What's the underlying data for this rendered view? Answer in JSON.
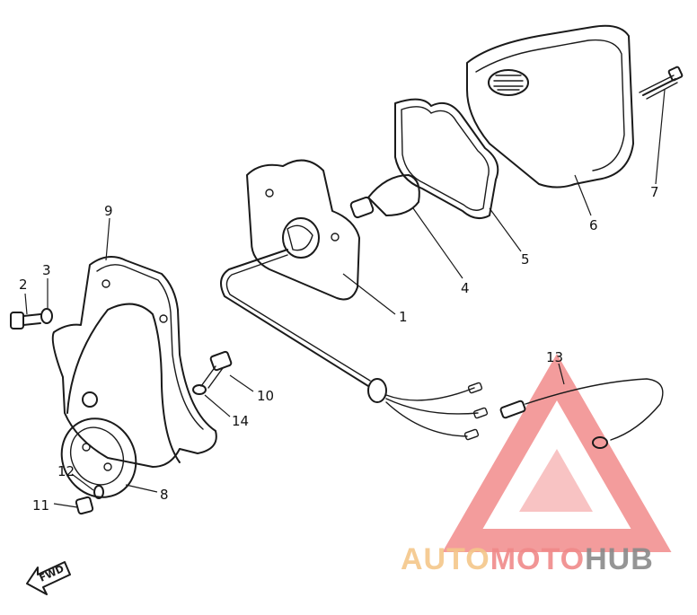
{
  "diagram": {
    "callouts": [
      {
        "id": "1",
        "label": "1"
      },
      {
        "id": "2",
        "label": "2"
      },
      {
        "id": "3",
        "label": "3"
      },
      {
        "id": "4",
        "label": "4"
      },
      {
        "id": "5",
        "label": "5"
      },
      {
        "id": "6",
        "label": "6"
      },
      {
        "id": "7",
        "label": "7"
      },
      {
        "id": "8",
        "label": "8"
      },
      {
        "id": "9",
        "label": "9"
      },
      {
        "id": "10",
        "label": "10"
      },
      {
        "id": "11",
        "label": "11"
      },
      {
        "id": "12",
        "label": "12"
      },
      {
        "id": "13",
        "label": "13"
      },
      {
        "id": "14",
        "label": "14"
      }
    ],
    "fwd_label": "FWD"
  },
  "watermark": {
    "part_auto": "AUTO",
    "part_moto": "MOTO",
    "part_hub": "HUB",
    "colors": {
      "auto": "#f5c78a",
      "moto": "#f08a8a",
      "hub": "#8a8a8a",
      "logo": "#f07b7b"
    }
  }
}
